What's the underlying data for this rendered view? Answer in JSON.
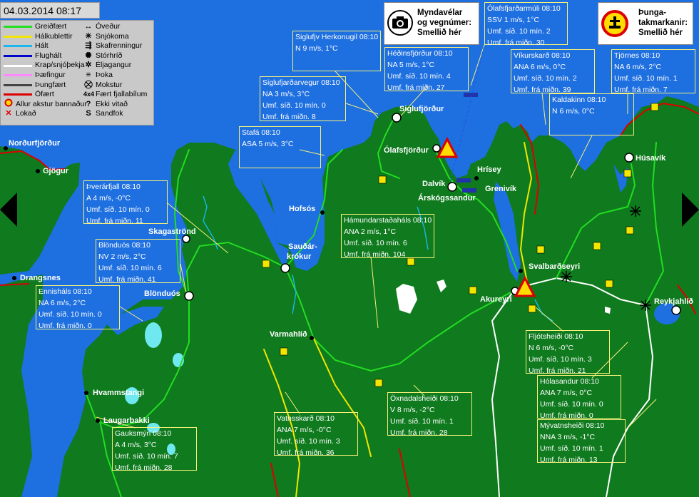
{
  "timestamp": "04.03.2014 08:17",
  "legend": {
    "road_conditions": [
      {
        "label": "Greiðfært",
        "color": "#22dd22"
      },
      {
        "label": "Hálkublettir",
        "color": "#f2e600"
      },
      {
        "label": "Hált",
        "color": "#1ab7f0"
      },
      {
        "label": "Flughált",
        "color": "#0000cc"
      },
      {
        "label": "Krap/snjóþekja",
        "color": "#ffffff"
      },
      {
        "label": "Þæfingur",
        "color": "#ff88ff"
      },
      {
        "label": "Þungfært",
        "color": "#444444"
      },
      {
        "label": "Ófært",
        "color": "#dd0000"
      }
    ],
    "closed_label": "Allur akstur bannaður",
    "locked_label": "Lokað",
    "weather": [
      {
        "label": "Óveður",
        "icon": "storm-icon",
        "glyph": "↔"
      },
      {
        "label": "Snjókoma",
        "icon": "snowfall-icon",
        "glyph": "✳"
      },
      {
        "label": "Skafrenningur",
        "icon": "drifting-snow-icon",
        "glyph": "⇶"
      },
      {
        "label": "Stórhríð",
        "icon": "blizzard-icon",
        "glyph": "✺"
      },
      {
        "label": "Éljagangur",
        "icon": "snow-showers-icon",
        "glyph": "✲"
      },
      {
        "label": "Þoka",
        "icon": "fog-icon",
        "glyph": "≡"
      },
      {
        "label": "Mokstur",
        "icon": "plow-icon",
        "glyph": "⛒"
      },
      {
        "label": "Fært fjallabílum",
        "icon": "4x4-icon",
        "glyph": "4x4"
      },
      {
        "label": "Ekki vitað",
        "icon": "unknown-icon",
        "glyph": "?"
      },
      {
        "label": "Sandfok",
        "icon": "sandstorm-icon",
        "glyph": "S"
      }
    ]
  },
  "promos": {
    "camera": [
      "Myndavélar",
      "og vegnúmer:",
      "Smellið hér"
    ],
    "weight": [
      "Þunga-",
      "takmarkanir:",
      "Smellið hér"
    ]
  },
  "places": [
    "Norðurfjörður",
    "Gjögur",
    "Drangsnes",
    "Hvammstangi",
    "Laugarbakki",
    "Blönduós",
    "Skagaströnd",
    "Sauðár-",
    "krókur",
    "Hofsós",
    "Varmahlíð",
    "Siglufjörður",
    "Ólafsfjörður",
    "Dalvík",
    "Hrísey",
    "Grenivík",
    "Árskógssandur",
    "Akureyri",
    "Svalbarðseyri",
    "Húsavík",
    "Reykjahlíð"
  ],
  "stations": [
    {
      "name": "Siglufjv Herkonugil 08:10",
      "lines": [
        "N 9 m/s, 1°C"
      ]
    },
    {
      "name": "Siglufjarðarvegur 08:10",
      "lines": [
        "NA 3 m/s, 3°C",
        "Umf. síð. 10 mín. 0",
        "Umf. frá miðn. 8"
      ]
    },
    {
      "name": "Stafá 08:10",
      "lines": [
        "ASA 5 m/s, 3°C"
      ]
    },
    {
      "name": "Héðinsfjörður 08:10",
      "lines": [
        "NA 5 m/s, 1°C",
        "Umf. síð. 10 mín. 4",
        "Umf. frá miðn. 27"
      ]
    },
    {
      "name": "Ólafsfjarðarmúli 08:10",
      "lines": [
        "SSV 1 m/s, 1°C",
        "Umf. síð. 10 mín. 2",
        "Umf. frá miðn. 30"
      ]
    },
    {
      "name": "Víkurskarð 08:10",
      "lines": [
        "ANA 6 m/s, 0°C",
        "Umf. síð. 10 mín. 2",
        "Umf. frá miðn. 39"
      ]
    },
    {
      "name": "Tjörnes 08:10",
      "lines": [
        "NA 6 m/s, 2°C",
        "Umf. síð. 10 mín. 1",
        "Umf. frá miðn. 7"
      ]
    },
    {
      "name": "Kaldakinn 08:10",
      "lines": [
        "N 6 m/s, 0°C"
      ]
    },
    {
      "name": "Þverárfjall 08:10",
      "lines": [
        "A 4 m/s, -0°C",
        "Umf. síð. 10 mín. 0",
        "Umf. frá miðn. 11"
      ]
    },
    {
      "name": "Blönduós 08:10",
      "lines": [
        "NV 2 m/s, 2°C",
        "Umf. síð. 10 mín. 6",
        "Umf. frá miðn. 41"
      ]
    },
    {
      "name": "Ennisháls 08:10",
      "lines": [
        "NA 6 m/s, 2°C",
        "Umf. síð. 10 mín. 0",
        "Umf. frá miðn. 0"
      ]
    },
    {
      "name": "Hámundarstaðaháls 08:10",
      "lines": [
        "ANA 2 m/s, 1°C",
        "Umf. síð. 10 mín. 6",
        "Umf. frá miðn. 104"
      ]
    },
    {
      "name": "Fljótsheiði 08:10",
      "lines": [
        "N 6 m/s, -0°C",
        "Umf. síð. 10 mín. 3",
        "Umf. frá miðn. 21"
      ]
    },
    {
      "name": "Hólasandur 08:10",
      "lines": [
        "ANA 7 m/s, 0°C",
        "Umf. síð. 10 mín. 0",
        "Umf. frá miðn. 0"
      ]
    },
    {
      "name": "Öxnadalsheiði 08:10",
      "lines": [
        "V 8 m/s, -2°C",
        "Umf. síð. 10 mín. 1",
        "Umf. frá miðn. 28"
      ]
    },
    {
      "name": "Vatnsskarð 08:10",
      "lines": [
        "ANA 7 m/s, -0°C",
        "Umf. síð. 10 mín. 3",
        "Umf. frá miðn. 36"
      ]
    },
    {
      "name": "Mývatnsheiði 08:10",
      "lines": [
        "NNA 3 m/s, -1°C",
        "Umf. síð. 10 mín. 1",
        "Umf. frá miðn. 13"
      ]
    },
    {
      "name": "Gauksmýri 08:10",
      "lines": [
        "A 4 m/s, 3°C",
        "Umf. síð. 10 mín. 7",
        "Umf. frá miðn. 28"
      ]
    }
  ],
  "colors": {
    "sea": "#1e6fe0",
    "land": "#0f7a1e",
    "label_border": "#f7f17a"
  }
}
